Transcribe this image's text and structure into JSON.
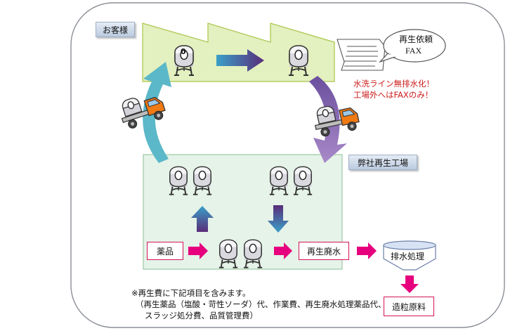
{
  "customer": {
    "label": "お客様"
  },
  "fax_callout": {
    "line1": "再生依頼",
    "line2": "FAX"
  },
  "warning": {
    "line1": "水洗ライン無排水化！",
    "line2": "工場外へはFAXのみ！"
  },
  "factory": {
    "label": "弊社再生工場"
  },
  "process": {
    "chemicals": "薬品",
    "regen_wastewater": "再生廃水",
    "wastewater_treatment": "排水処理",
    "granulation_material": "造粒原料"
  },
  "tank": {
    "mark": "0"
  },
  "footnote": {
    "line1": "※再生費に下記項目を含みます。",
    "line2": "（再生薬品（塩酸・苛性ソーダ）代、作業費、再生廃水処理薬品代、",
    "line3": "スラッジ処分費、品質管理費）"
  },
  "colors": {
    "customer_zone": "#e3f0bf",
    "factory_zone": "#e5f3e8",
    "tag_fill": "#cdd9ea",
    "process_border": "#d4145a",
    "pink_arrow": "#e6007e",
    "warning_text": "#cc1a1a",
    "truck_cab": "#f07a14",
    "return_arrow": "#5ab8c8"
  }
}
